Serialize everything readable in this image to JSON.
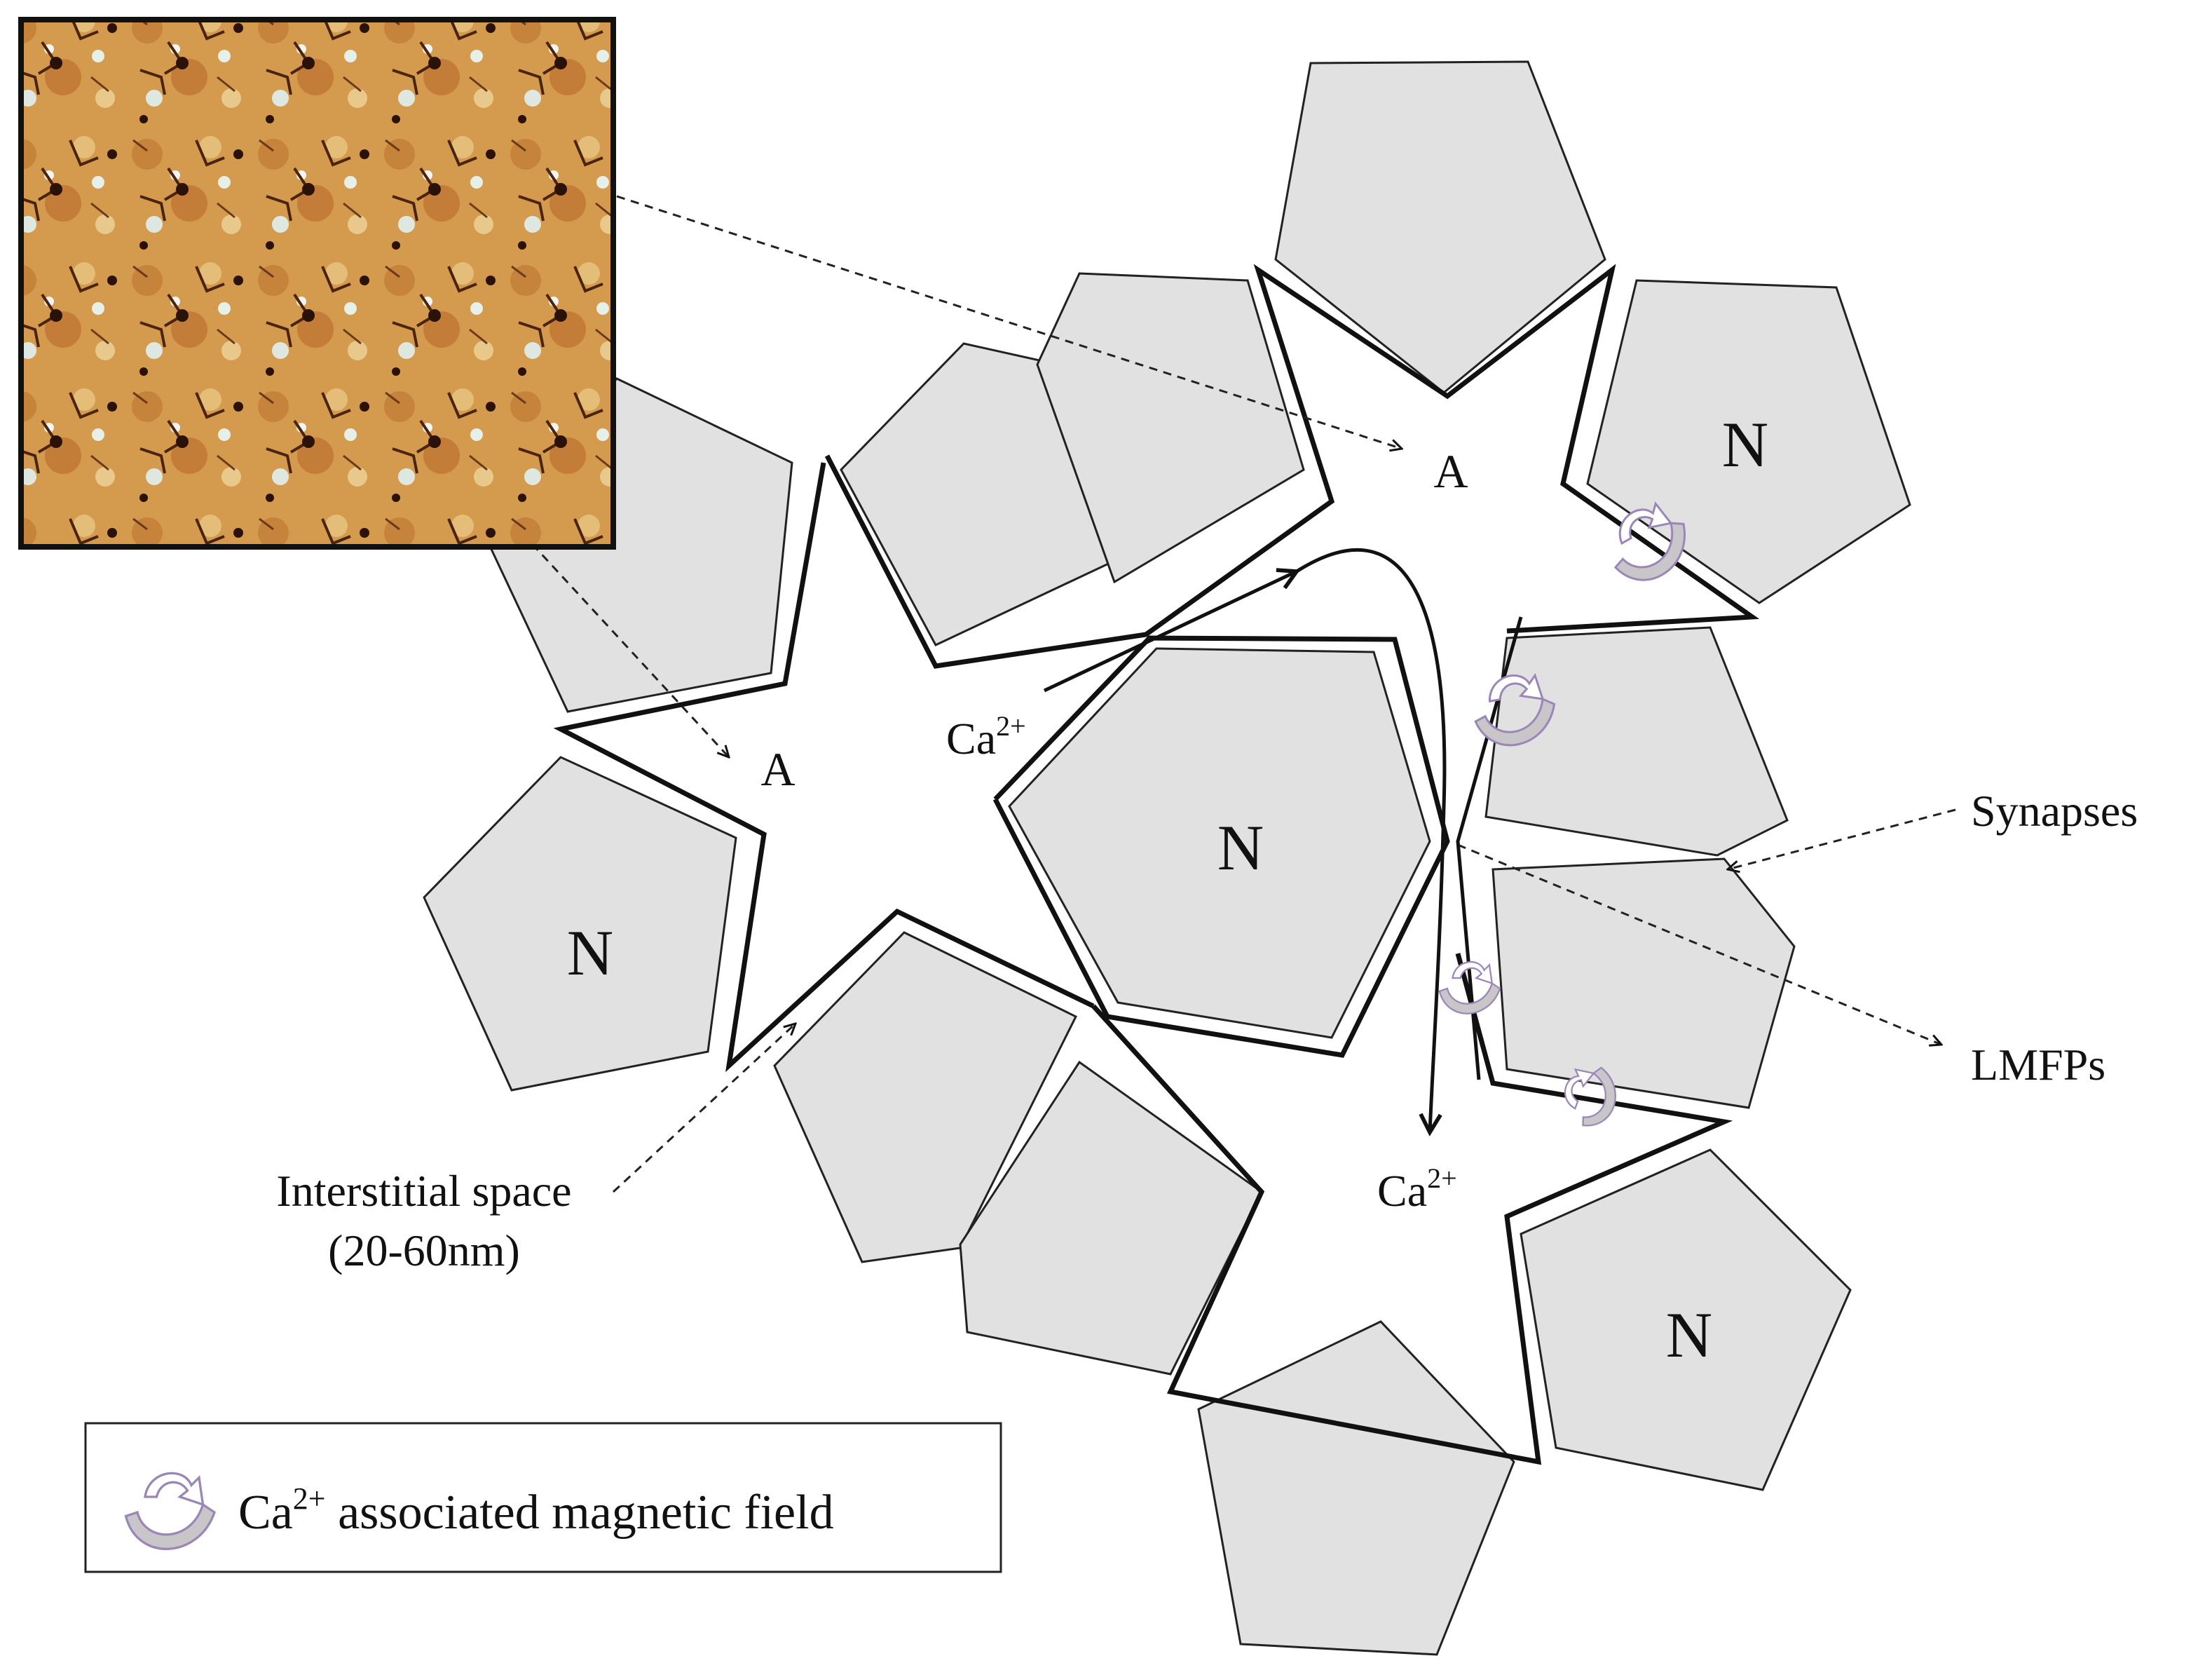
{
  "labels": {
    "neuron": "N",
    "astrocyte": "A",
    "calcium": "Ca",
    "calcium_charge": "2+",
    "synapses": "Synapses",
    "lmfps": "LMFPs",
    "interstitial_line1": "Interstitial space",
    "interstitial_line2": "(20-60nm)"
  },
  "legend": {
    "ion": "Ca",
    "charge": "2+",
    "text": " associated magnetic field",
    "icon": "curved-arrow-icon"
  },
  "inset": {
    "description_icon": "stained-tissue-micrograph"
  },
  "colors": {
    "cell_fill": "#e1e1e1",
    "stain_base": "#d49a4e",
    "stain_dark": "#3a1e10",
    "field_arrow": "#9a87b8"
  }
}
